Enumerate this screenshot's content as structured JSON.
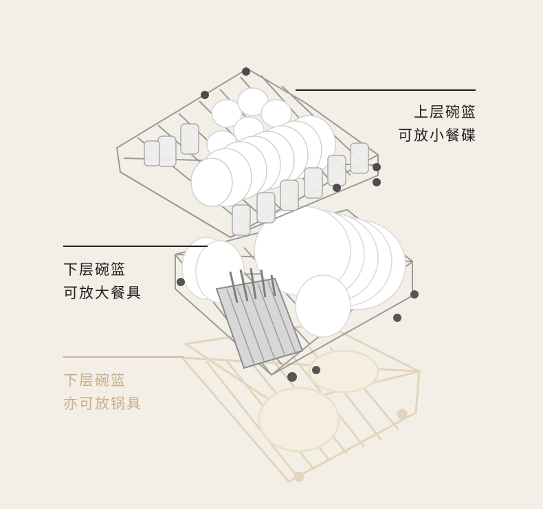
{
  "annotations": {
    "upper_rack": {
      "line1": "上层碗篮",
      "line2": "可放小餐碟"
    },
    "lower_rack": {
      "line1": "下层碗篮",
      "line2": "可放大餐具"
    },
    "lower_rack_pots": {
      "line1": "下层碗篮",
      "line2": "亦可放锅具"
    }
  },
  "colors": {
    "background": "#f3efe7",
    "text": "#1e1e1e",
    "faded_text": "#c9ad8c",
    "wire": "#8f8f8f",
    "faded_wire": "#e4d7bf"
  }
}
